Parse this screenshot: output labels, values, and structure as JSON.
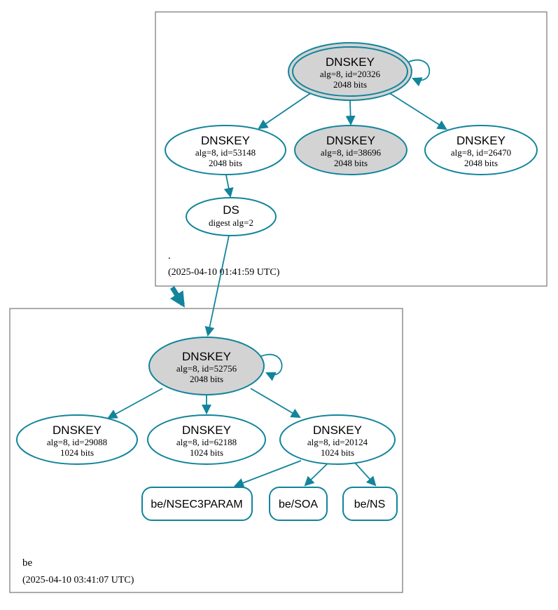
{
  "colors": {
    "edge": "#12849b",
    "node_gray": "#d3d3d3",
    "node_white": "#ffffff",
    "cluster_border": "#757575",
    "text": "#000000"
  },
  "root_zone": {
    "label": ".",
    "timestamp": "(2025-04-10 01:41:59 UTC)",
    "ksk": {
      "title": "DNSKEY",
      "alg": "alg=8, id=20326",
      "bits": "2048 bits"
    },
    "zsk1": {
      "title": "DNSKEY",
      "alg": "alg=8, id=53148",
      "bits": "2048 bits"
    },
    "zsk2": {
      "title": "DNSKEY",
      "alg": "alg=8, id=38696",
      "bits": "2048 bits"
    },
    "zsk3": {
      "title": "DNSKEY",
      "alg": "alg=8, id=26470",
      "bits": "2048 bits"
    },
    "ds": {
      "title": "DS",
      "detail": "digest alg=2"
    }
  },
  "be_zone": {
    "label": "be",
    "timestamp": "(2025-04-10 03:41:07 UTC)",
    "ksk": {
      "title": "DNSKEY",
      "alg": "alg=8, id=52756",
      "bits": "2048 bits"
    },
    "zsk1": {
      "title": "DNSKEY",
      "alg": "alg=8, id=29088",
      "bits": "1024 bits"
    },
    "zsk2": {
      "title": "DNSKEY",
      "alg": "alg=8, id=62188",
      "bits": "1024 bits"
    },
    "zsk3": {
      "title": "DNSKEY",
      "alg": "alg=8, id=20124",
      "bits": "1024 bits"
    },
    "rrsets": [
      {
        "label": "be/NSEC3PARAM"
      },
      {
        "label": "be/SOA"
      },
      {
        "label": "be/NS"
      }
    ]
  }
}
